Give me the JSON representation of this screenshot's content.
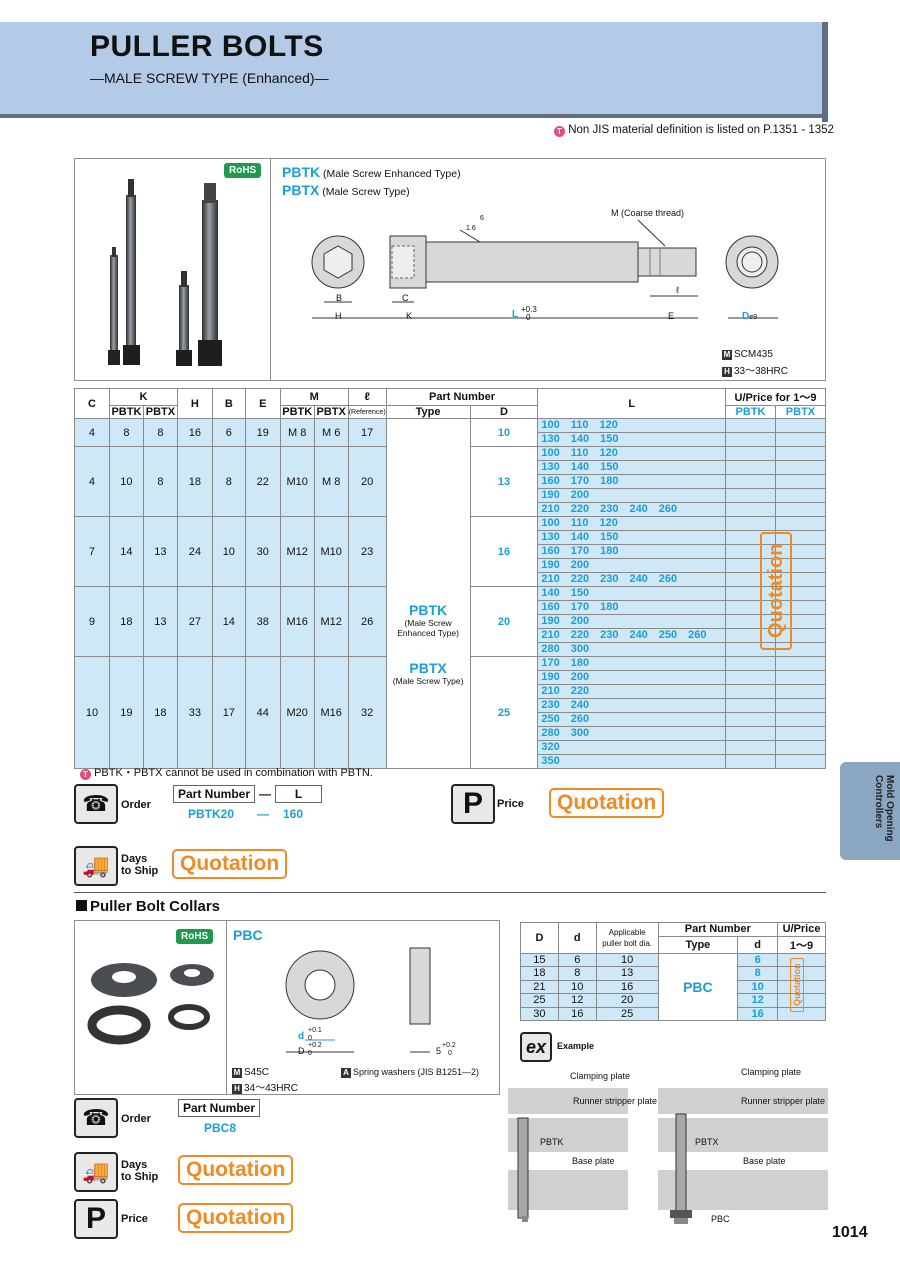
{
  "header": {
    "title": "PULLER BOLTS",
    "subtitle": "—MALE SCREW TYPE (Enhanced)—"
  },
  "top_note": "Non JIS material definition is listed on P.1351 - 1352",
  "product": {
    "rohs": "RoHS",
    "type1_code": "PBTK",
    "type1_desc": "(Male Screw Enhanced Type)",
    "type2_code": "PBTX",
    "type2_desc": "(Male Screw Type)",
    "thread_label": "M (Coarse thread)",
    "dim_labels": {
      "H": "H",
      "K": "K",
      "L": "L",
      "E": "E",
      "B": "B",
      "C": "C",
      "l": "ℓ",
      "D": "D",
      "d_suffix": "e9",
      "L_tol_upper": "+0.3",
      "L_tol_lower": "0",
      "r1": "1.6",
      "r2": "6"
    },
    "material_mark": "M",
    "material": "SCM435",
    "hardness_mark": "H",
    "hardness": "33〜38HRC"
  },
  "main_table": {
    "h": {
      "C": "C",
      "K": "K",
      "PBTK": "PBTK",
      "PBTX": "PBTX",
      "H": "H",
      "B": "B",
      "E": "E",
      "M": "M",
      "l": "ℓ",
      "ref": "(Reference)",
      "part_number": "Part Number",
      "type": "Type",
      "D": "D",
      "L": "L",
      "uprice": "U/Price for 1〜9"
    },
    "type_pbtk": "PBTK",
    "type_pbtk_desc1": "(Male Screw",
    "type_pbtk_desc2": "Enhanced Type)",
    "type_pbtx": "PBTX",
    "type_pbtx_desc": "(Male Screw Type)",
    "groups": [
      {
        "C": "4",
        "K1": "8",
        "K2": "8",
        "H": "16",
        "B": "6",
        "E": "19",
        "M1": "M 8",
        "M2": "M 6",
        "l": "17",
        "D": "10",
        "L": [
          "100 110 120",
          "130 140 150"
        ]
      },
      {
        "C": "4",
        "K1": "10",
        "K2": "8",
        "H": "18",
        "B": "8",
        "E": "22",
        "M1": "M10",
        "M2": "M 8",
        "l": "20",
        "D": "13",
        "L": [
          "100 110 120",
          "130 140 150",
          "160 170 180",
          "190 200",
          "210 220 230 240 260"
        ]
      },
      {
        "C": "7",
        "K1": "14",
        "K2": "13",
        "H": "24",
        "B": "10",
        "E": "30",
        "M1": "M12",
        "M2": "M10",
        "l": "23",
        "D": "16",
        "L": [
          "100 110 120",
          "130 140 150",
          "160 170 180",
          "190 200",
          "210 220 230 240 260"
        ]
      },
      {
        "C": "9",
        "K1": "18",
        "K2": "13",
        "H": "27",
        "B": "14",
        "E": "38",
        "M1": "M16",
        "M2": "M12",
        "l": "26",
        "D": "20",
        "L": [
          "140 150",
          "160 170 180",
          "190 200",
          "210 220 230 240 250 260",
          "280 300"
        ]
      },
      {
        "C": "10",
        "K1": "19",
        "K2": "18",
        "H": "33",
        "B": "17",
        "E": "44",
        "M1": "M20",
        "M2": "M16",
        "l": "32",
        "D": "25",
        "L": [
          "170 180",
          "190 200",
          "210 220",
          "230 240",
          "250 260",
          "280 300",
          "320",
          "350"
        ]
      }
    ],
    "quotation": "Quotation"
  },
  "mid_note": "PBTK・PBTX cannot be used in combination with PBTN.",
  "order": {
    "label": "Order",
    "pn_label": "Part Number",
    "dash": "—",
    "L_label": "L",
    "pn_value": "PBTK20",
    "L_value": "160",
    "price_label": "Price",
    "price_value": "Quotation",
    "days_label1": "Days",
    "days_label2": "to Ship",
    "days_value": "Quotation"
  },
  "side_tab": "Mold Opening Controllers",
  "collars": {
    "title": "Puller Bolt Collars",
    "rohs": "RoHS",
    "code": "PBC",
    "dim_d": "d",
    "dim_d_tol_u": "+0.1",
    "dim_d_tol_l": "0",
    "dim_D": "D",
    "dim_D_tol_u": "+0.2",
    "dim_D_tol_l": "0",
    "dim_5": "5",
    "dim_5_tol_u": "+0.2",
    "dim_5_tol_l": "0",
    "material_mark": "M",
    "material": "S45C",
    "hardness_mark": "H",
    "hardness": "34〜43HRC",
    "spring_mark": "A",
    "spring": "Spring washers (JIS B1251—2)",
    "table": {
      "h": {
        "D": "D",
        "d": "d",
        "app1": "Applicable",
        "app2": "puller bolt dia.",
        "pn": "Part Number",
        "type": "Type",
        "pd": "d",
        "up": "U/Price",
        "up2": "1〜9"
      },
      "type": "PBC",
      "rows": [
        {
          "D": "15",
          "d": "6",
          "app": "10",
          "pd": "6"
        },
        {
          "D": "18",
          "d": "8",
          "app": "13",
          "pd": "8"
        },
        {
          "D": "21",
          "d": "10",
          "app": "16",
          "pd": "10"
        },
        {
          "D": "25",
          "d": "12",
          "app": "20",
          "pd": "12"
        },
        {
          "D": "30",
          "d": "16",
          "app": "25",
          "pd": "16"
        }
      ],
      "quotation": "Quotation"
    },
    "example": "Example",
    "diagram": {
      "clamping": "Clamping plate",
      "runner": "Runner stripper plate",
      "base": "Base plate",
      "pbtk": "PBTK",
      "pbtx": "PBTX",
      "pbc": "PBC"
    },
    "order_label": "Order",
    "pn_label": "Part Number",
    "pn_value": "PBC8",
    "days_label1": "Days",
    "days_label2": "to Ship",
    "days_value": "Quotation",
    "price_label": "Price",
    "price_value": "Quotation"
  },
  "page_number": "1014",
  "colors": {
    "header": "#b3cbe6",
    "accent_blue": "#1a9fd6",
    "cell_blue": "#cfe8f7",
    "quote_orange": "#f08a24",
    "rohs_green": "#1e9b4e"
  }
}
